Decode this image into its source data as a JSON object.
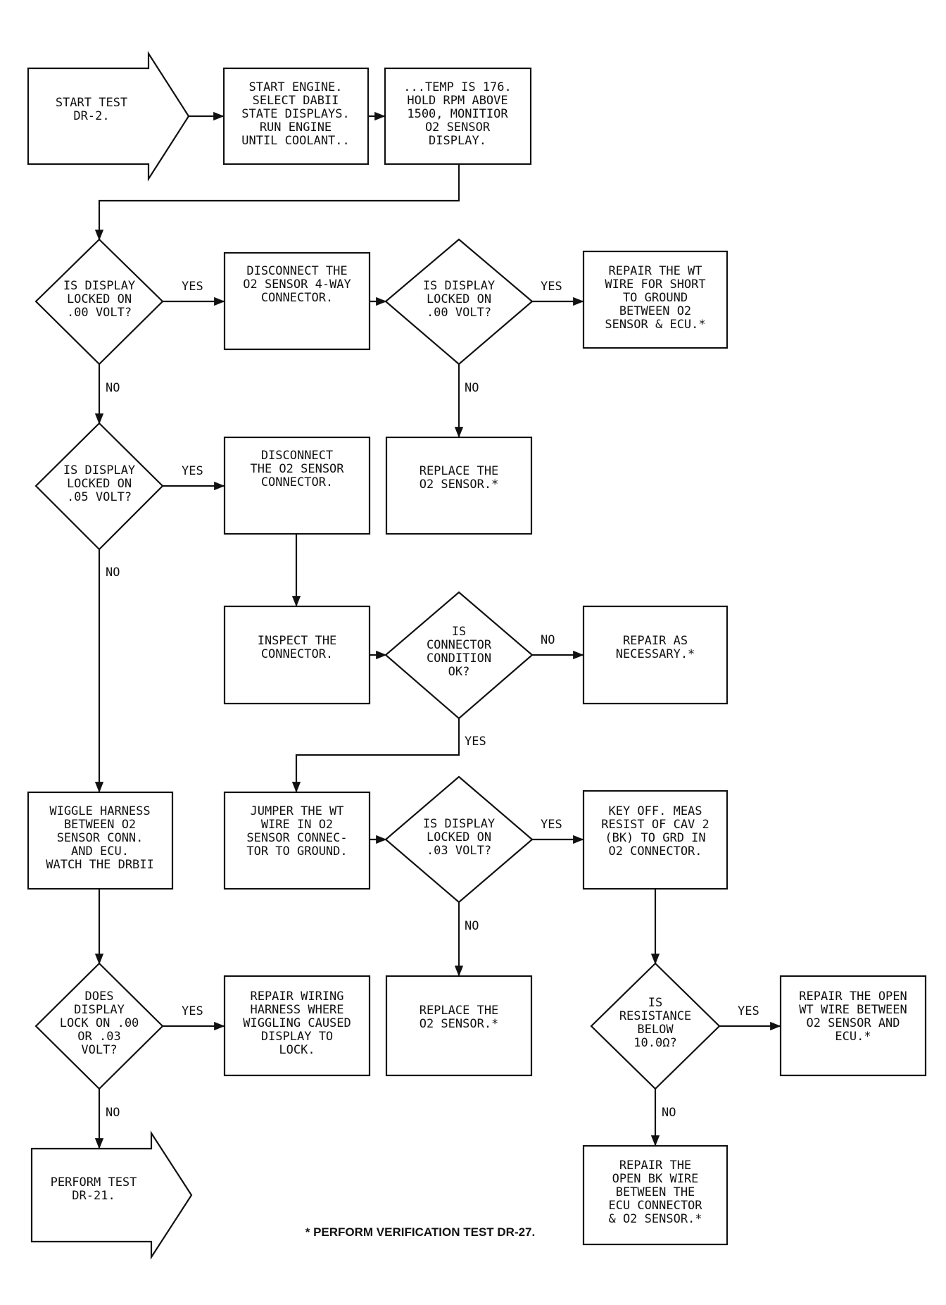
{
  "nodes": {
    "start": [
      "START TEST",
      "DR-2."
    ],
    "b1": [
      "START ENGINE.",
      "SELECT DABII",
      "STATE DISPLAYS.",
      "RUN ENGINE",
      "UNTIL COOLANT.."
    ],
    "b2": [
      "...TEMP IS 176.",
      "HOLD RPM ABOVE",
      "1500, MONITIOR",
      "O2 SENSOR",
      "DISPLAY."
    ],
    "d1": [
      "IS DISPLAY",
      "LOCKED ON",
      ".00 VOLT?"
    ],
    "b3": [
      "DISCONNECT THE",
      "O2 SENSOR 4-WAY",
      "CONNECTOR."
    ],
    "d2": [
      "IS DISPLAY",
      "LOCKED ON",
      ".00 VOLT?"
    ],
    "b4": [
      "REPAIR THE WT",
      "WIRE FOR SHORT",
      "TO GROUND",
      "BETWEEN O2",
      "SENSOR & ECU.*"
    ],
    "d3": [
      "IS DISPLAY",
      "LOCKED ON",
      ".05 VOLT?"
    ],
    "b5": [
      "DISCONNECT",
      "THE O2 SENSOR",
      "CONNECTOR."
    ],
    "b6": [
      "REPLACE THE",
      "O2 SENSOR.*"
    ],
    "b7": [
      "INSPECT THE",
      "CONNECTOR."
    ],
    "d4": [
      "IS",
      "CONNECTOR",
      "CONDITION",
      "OK?"
    ],
    "b8": [
      "REPAIR AS",
      "NECESSARY.*"
    ],
    "b9": [
      "WIGGLE HARNESS",
      "BETWEEN O2",
      "SENSOR CONN.",
      "AND ECU.",
      "WATCH THE DRBII"
    ],
    "b10": [
      "JUMPER THE WT",
      "WIRE IN O2",
      "SENSOR CONNEC-",
      "TOR TO GROUND."
    ],
    "d5": [
      "IS DISPLAY",
      "LOCKED ON",
      ".03 VOLT?"
    ],
    "b11": [
      "KEY OFF. MEAS",
      "RESIST OF CAV 2",
      "(BK) TO GRD IN",
      "O2 CONNECTOR."
    ],
    "d6": [
      "DOES",
      "DISPLAY",
      "LOCK ON .00",
      "OR .03",
      "VOLT?"
    ],
    "b12": [
      "REPAIR WIRING",
      "HARNESS WHERE",
      "WIGGLING CAUSED",
      "DISPLAY TO",
      "LOCK."
    ],
    "b13": [
      "REPLACE THE",
      "O2 SENSOR.*"
    ],
    "d7": [
      "IS",
      "RESISTANCE",
      "BELOW",
      "10.0Ω?"
    ],
    "b14": [
      "REPAIR THE OPEN",
      "WT WIRE BETWEEN",
      "O2 SENSOR AND",
      "ECU.*"
    ],
    "end": [
      "PERFORM TEST",
      "DR-21."
    ],
    "b15": [
      "REPAIR THE",
      "OPEN BK WIRE",
      "BETWEEN THE",
      "ECU CONNECTOR",
      "& O2 SENSOR.*"
    ]
  },
  "labels": {
    "yes": "YES",
    "no": "NO"
  },
  "footnote": "* PERFORM VERIFICATION TEST DR-27."
}
